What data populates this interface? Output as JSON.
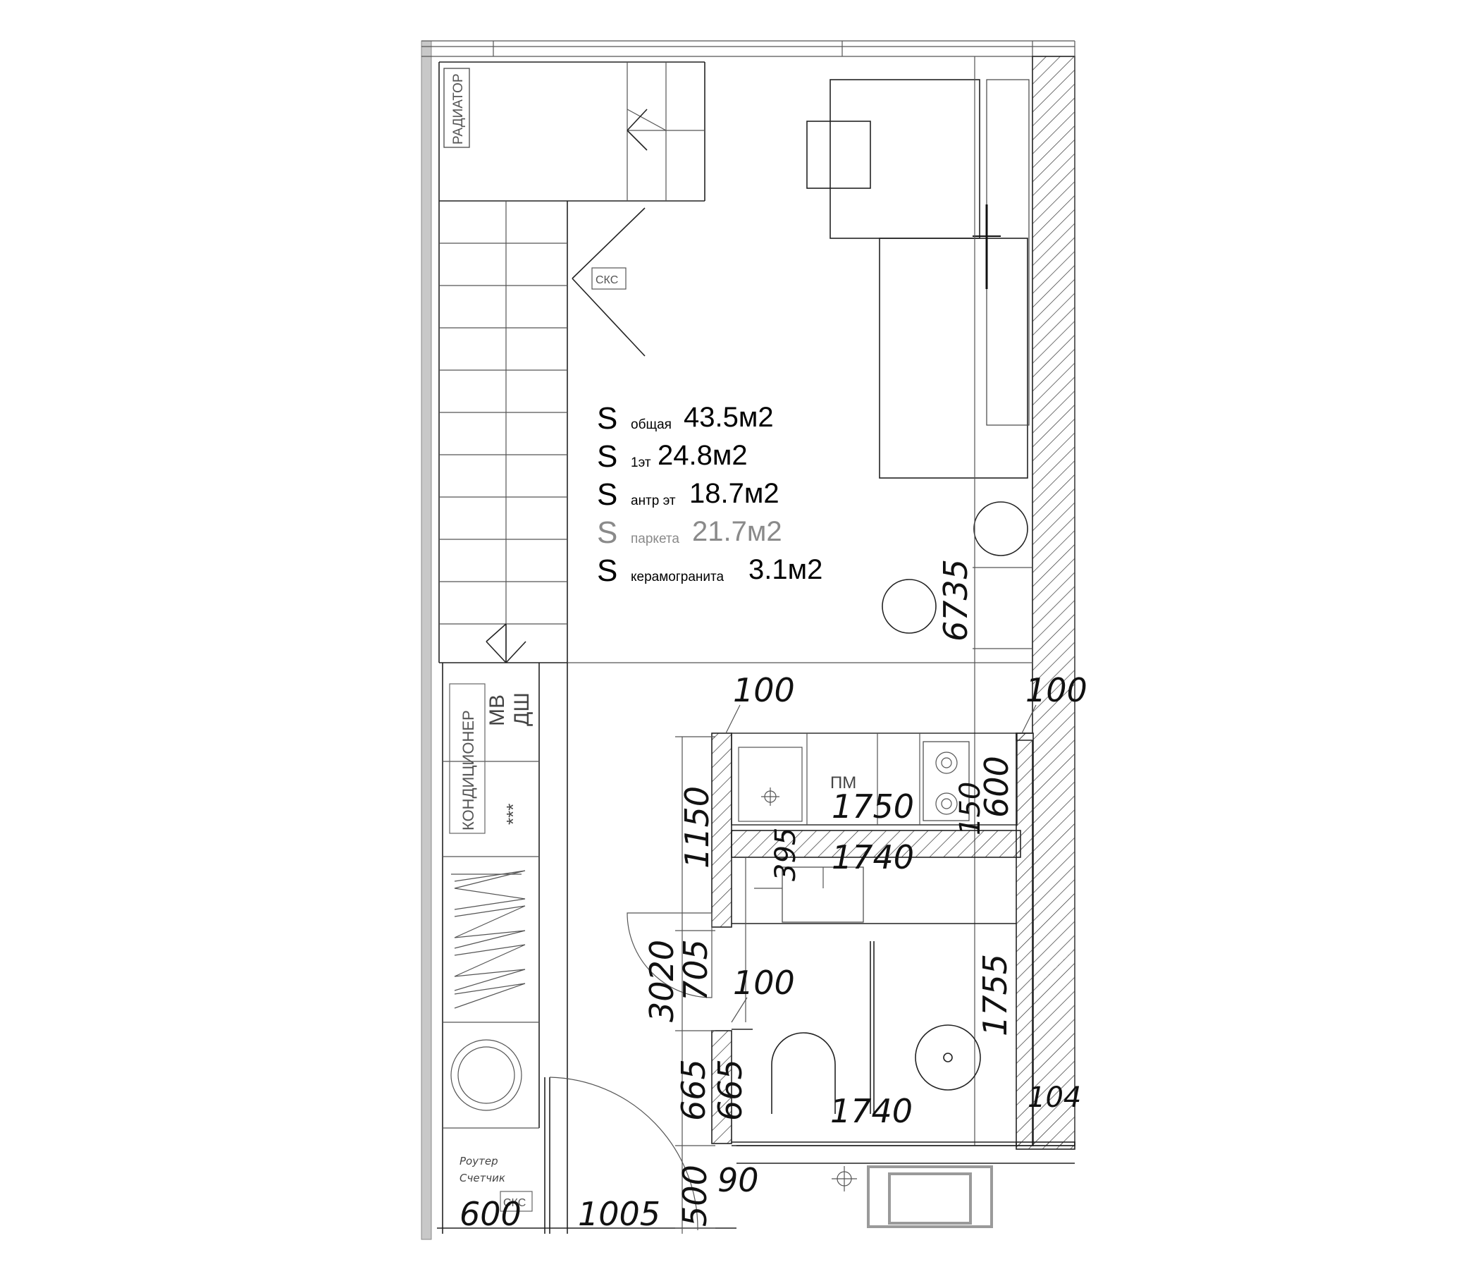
{
  "plan": {
    "areas": [
      {
        "symbol": "S",
        "sub": "общая",
        "value": "43.5м2",
        "muted": false
      },
      {
        "symbol": "S",
        "sub": "1эт",
        "value": "24.8м2",
        "muted": false
      },
      {
        "symbol": "S",
        "sub": "антр эт",
        "value": "18.7м2",
        "muted": false
      },
      {
        "symbol": "S",
        "sub": "паркета",
        "value": "21.7м2",
        "muted": true
      },
      {
        "symbol": "S",
        "sub": "керамогранита",
        "value": "3.1м2",
        "muted": false
      }
    ],
    "labels": {
      "radiator": "РАДИАТОР",
      "sks_top": "СКС",
      "sks_bottom": "СКС",
      "conditioner": "КОНДИЦИОНЕР",
      "mv": "МВ",
      "dsh": "ДШ",
      "stars": "***",
      "pm": "ПМ",
      "router": "Роутер",
      "meter": "Счетчик"
    },
    "dimensions": {
      "d6735": "6735",
      "d100_top": "100",
      "d100_right": "100",
      "d1150": "1150",
      "d395": "395",
      "d1750": "1750",
      "d150": "150",
      "d600_right": "600",
      "d1740_top": "1740",
      "d3020": "3020",
      "d705": "705",
      "d100_mid": "100",
      "d1755": "1755",
      "d665_a": "665",
      "d665_b": "665",
      "d1740_bottom": "1740",
      "d104": "104",
      "d500": "500",
      "d90": "90",
      "d600_bottom": "600",
      "d1005": "1005"
    }
  }
}
